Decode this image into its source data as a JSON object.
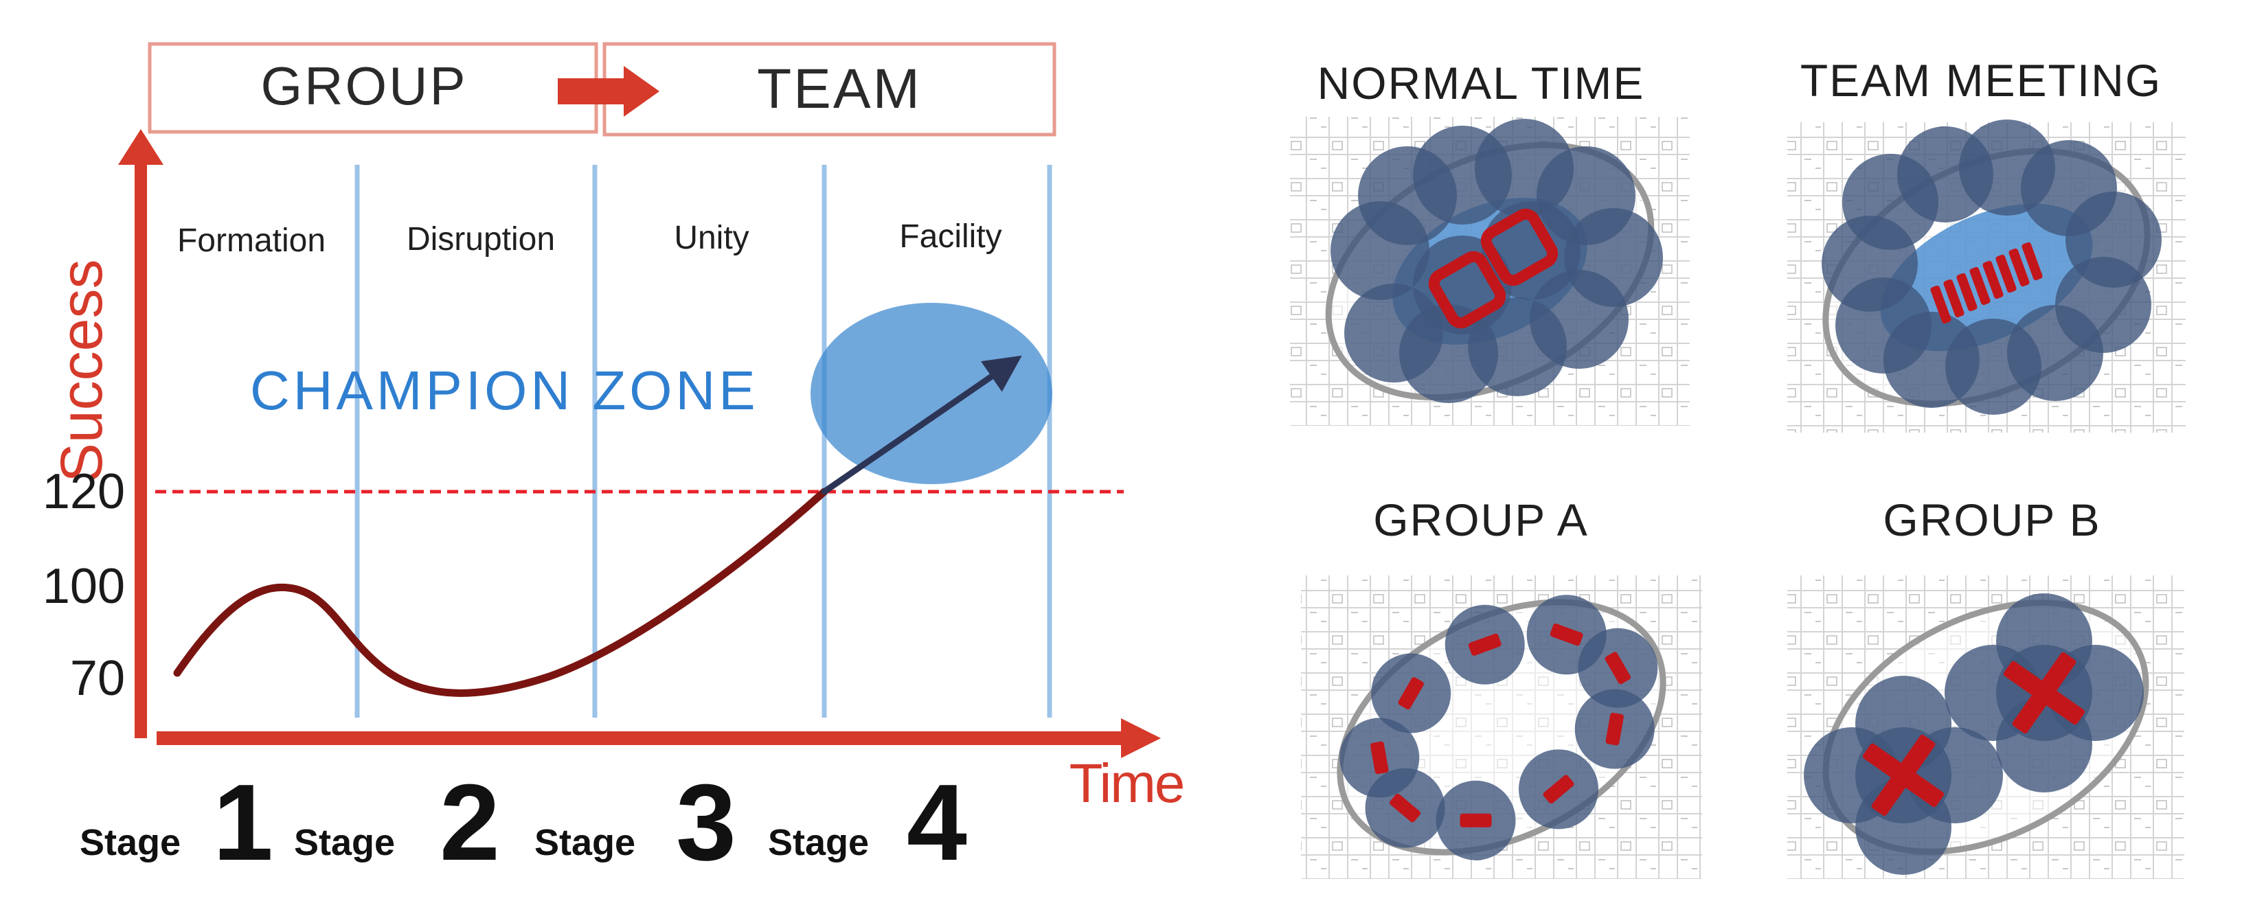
{
  "phases": {
    "group_label": "GROUP",
    "team_label": "TEAM"
  },
  "axes": {
    "y_label": "Success",
    "x_label": "Time",
    "y_ticks": [
      "120",
      "100",
      "70"
    ]
  },
  "stage_columns": [
    "Formation",
    "Disruption",
    "Unity",
    "Facility"
  ],
  "zone": {
    "label": "CHAMPION ZONE"
  },
  "stages": [
    {
      "word": "Stage",
      "number": "1"
    },
    {
      "word": "Stage",
      "number": "2"
    },
    {
      "word": "Stage",
      "number": "3"
    },
    {
      "word": "Stage",
      "number": "4"
    }
  ],
  "panels": [
    {
      "title": "NORMAL TIME",
      "layout": "ring-infinity"
    },
    {
      "title": "TEAM MEETING",
      "layout": "ring-row"
    },
    {
      "title": "GROUP A",
      "layout": "ring-pairs"
    },
    {
      "title": "GROUP B",
      "layout": "two-clusters"
    }
  ],
  "colors": {
    "accent_red": "#d63a2a",
    "dark_red": "#7a1410",
    "zone_blue": "#3a86cf",
    "stage_line_blue": "#9cc3e8",
    "circle_navy": "#41577d",
    "marker_red": "#c2161b",
    "text_dark": "#1f1f1f"
  }
}
